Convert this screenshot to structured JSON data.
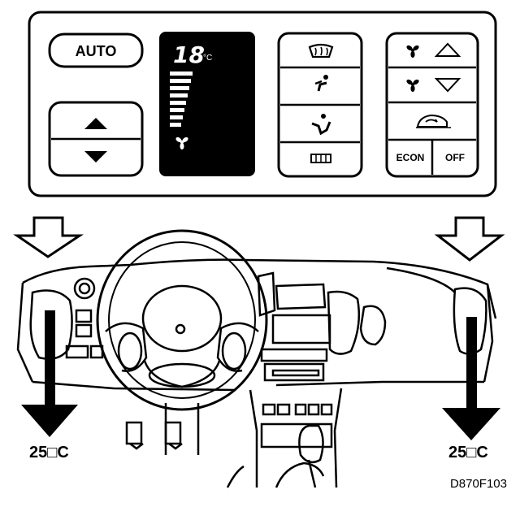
{
  "panel": {
    "auto_label": "AUTO",
    "temperature": {
      "value": "18",
      "unit": "°C"
    },
    "fan_bar_count": 8,
    "econ_label": "ECON",
    "off_label": "OFF"
  },
  "icons": {
    "temp_up": "triangle-up-icon",
    "temp_down": "triangle-down-icon",
    "defrost": "windshield-defrost-icon",
    "face_vent": "face-vent-mode-icon",
    "foot_vent": "floor-vent-mode-icon",
    "rear_defrost": "rear-window-defrost-icon",
    "fan_up": "fan-speed-up-icon",
    "fan_down": "fan-speed-down-icon",
    "recirculation": "air-recirculation-icon"
  },
  "dashboard": {
    "left_vent_temp": "25□C",
    "right_vent_temp": "25□C"
  },
  "figure_code": "D870F103"
}
